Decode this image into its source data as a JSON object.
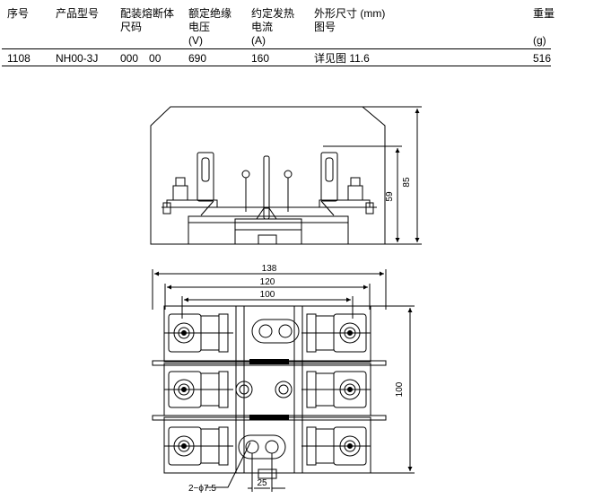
{
  "table": {
    "headers": {
      "seq": "序号",
      "model": "产品型号",
      "fuse": [
        "配装熔断体",
        "尺码"
      ],
      "voltage": [
        "额定绝缘",
        "电压",
        "(V)"
      ],
      "current": [
        "约定发热",
        "电流",
        "(A)"
      ],
      "dims": [
        "外形尺寸 (mm)",
        "图号"
      ],
      "weight": [
        "重量",
        "(g)"
      ]
    },
    "row": {
      "seq": "1108",
      "model": "NH00-3J",
      "fuse": "000　00",
      "voltage": "690",
      "current": "160",
      "dims": "详见图 11.6",
      "weight": "516"
    }
  },
  "drawing": {
    "side_height_total": "85",
    "side_height_inner": "59",
    "width_138": "138",
    "width_120": "120",
    "width_100": "100",
    "height_100": "100",
    "hole_spec": "2−ϕ7.5",
    "spacing_25": "25"
  }
}
